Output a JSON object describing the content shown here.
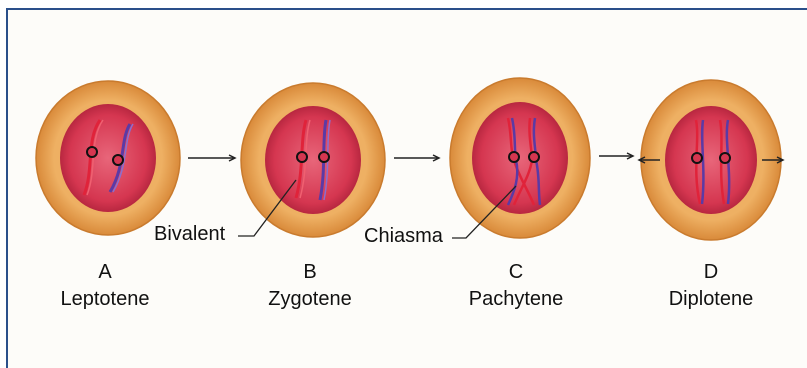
{
  "stages": [
    {
      "letter": "A",
      "name": "Leptotene"
    },
    {
      "letter": "B",
      "name": "Zygotene"
    },
    {
      "letter": "C",
      "name": "Pachytene"
    },
    {
      "letter": "D",
      "name": "Diplotene"
    }
  ],
  "annotations": {
    "bivalent": "Bivalent",
    "chiasma": "Chiasma"
  },
  "colors": {
    "outer_cell": "#e9a04a",
    "nucleus": "#d8374f",
    "chromosome_red": "#e0233a",
    "chromosome_blue": "#5b3aa5",
    "frame": "#2a4f8a"
  }
}
